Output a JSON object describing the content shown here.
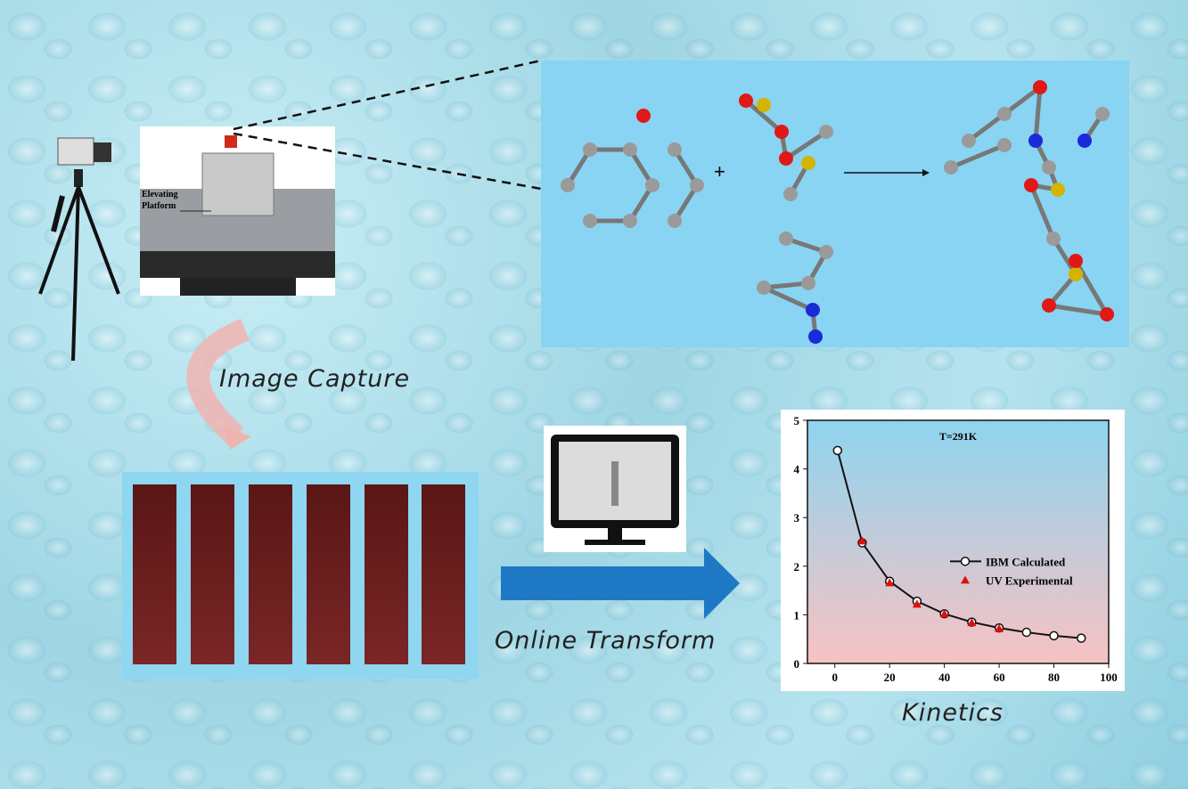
{
  "labels": {
    "image_capture": "Image Capture",
    "online_transform": "Online Transform",
    "kinetics": "Kinetics"
  },
  "photo": {
    "annotation_line1": "Elevating",
    "annotation_line2": "Platform",
    "reaction_plus": "+"
  },
  "colors": {
    "molecule_panel": "#88d4f2",
    "strip": "#6a1e1e",
    "arrow": "#1f78c4",
    "carbon": "#9a9a9a",
    "oxygen": "#e01818",
    "sulfur": "#d4b400",
    "nitrogen": "#1a2ad8"
  },
  "chart_data": {
    "type": "line",
    "title": "T=291K",
    "xlabel": "",
    "ylabel": "",
    "xlim": [
      -10,
      100
    ],
    "ylim": [
      0,
      5
    ],
    "xticks": [
      0,
      20,
      40,
      60,
      80,
      100
    ],
    "yticks": [
      0,
      1,
      2,
      3,
      4,
      5
    ],
    "legend_position": "center-right",
    "series": [
      {
        "name": "IBM Calculated",
        "marker": "circle",
        "x": [
          1,
          10,
          20,
          30,
          40,
          50,
          60,
          70,
          80,
          90
        ],
        "y": [
          4.38,
          2.48,
          1.69,
          1.28,
          1.02,
          0.85,
          0.73,
          0.64,
          0.57,
          0.52
        ]
      },
      {
        "name": "UV Experimental",
        "marker": "triangle",
        "x": [
          10,
          20,
          30,
          40,
          50,
          60
        ],
        "y": [
          2.52,
          1.66,
          1.22,
          1.02,
          0.84,
          0.72
        ]
      }
    ]
  }
}
